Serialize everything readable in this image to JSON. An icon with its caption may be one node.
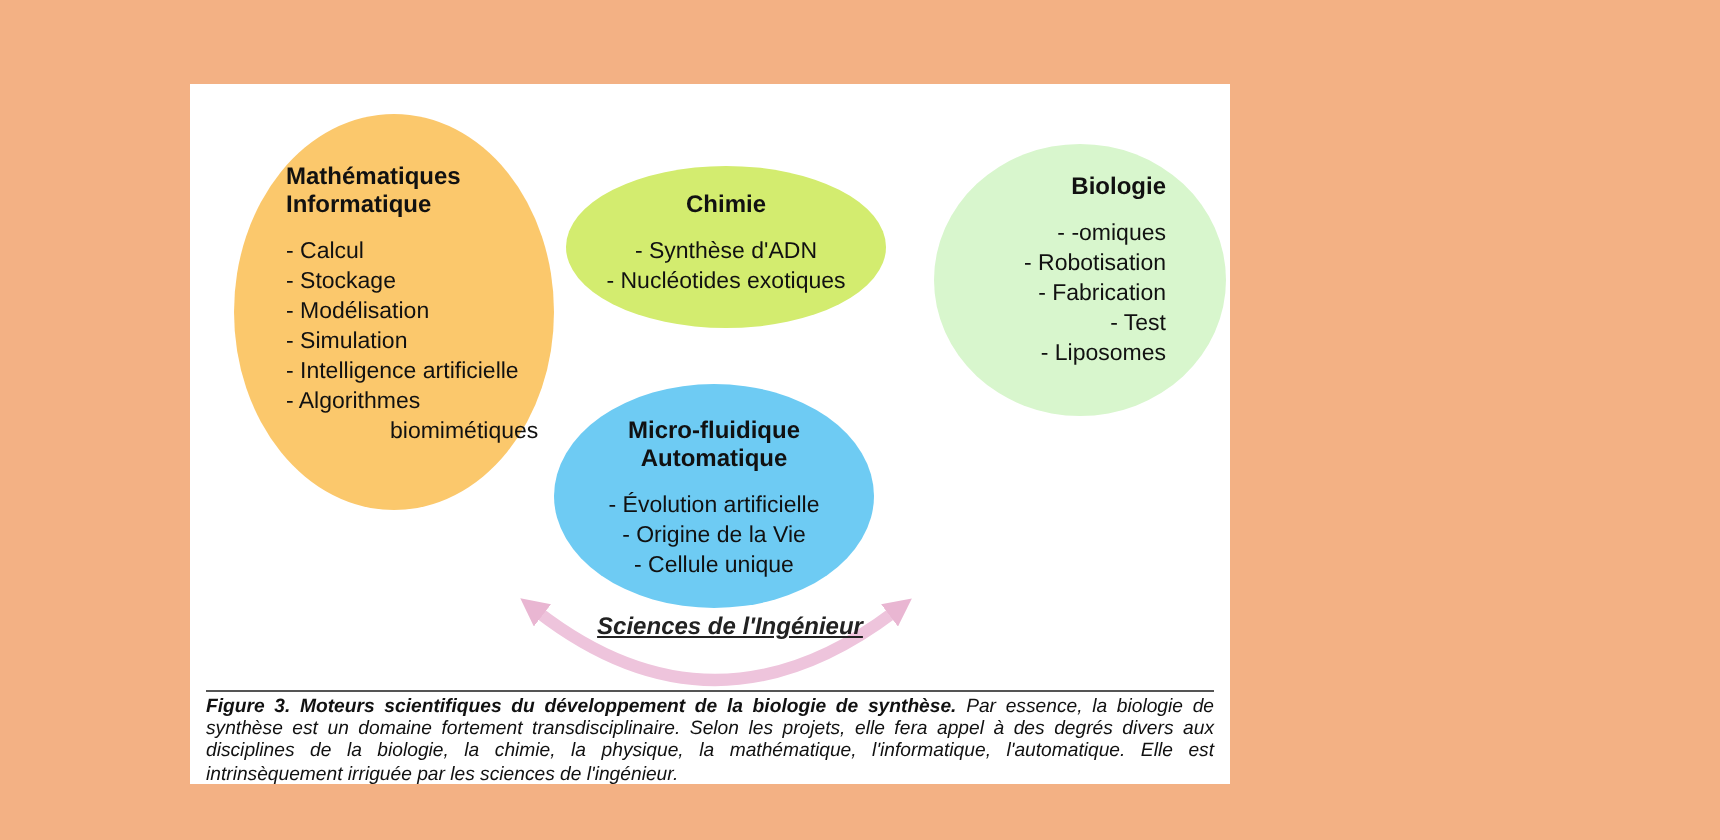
{
  "diagram": {
    "caption": "**Figure 3. Moteurs scientifiques du développement de la biologie de synthèse.** Par essence, la biologie de synthèse est un domaine fortement transdisciplinaire. Selon les projets, elle fera appel à des degrés divers aux disciplines de la biologie, la chimie, la physique, la mathématique, l'informatique, l'automatique. Elle est intrinsèquement irriguée par les sciences de l'ingénieur.",
    "nodes": [
      {
        "text": [
          "Mathématiques Informatique",
          "- Calcul",
          "- Stockage",
          "- Modélisation",
          "- Simulation",
          "- Intelligence artificielle",
          "- Algorithmes biomimétiques"
        ]
      },
      {
        "text": [
          "Chimie",
          "- Synthèse d'ADN",
          "- Nucléotides exotiques"
        ]
      },
      {
        "text": [
          "Biologie",
          "- -omiques",
          "- Robotisation",
          "- Fabrication",
          "- Test",
          "- Liposomes"
        ]
      },
      {
        "text": [
          "Micro-fluidique Automatique",
          "- Évolution artificielle",
          "- Origine de la Vie",
          "- Cellule unique"
        ]
      }
    ],
    "labels": [
      "Sciences de l'Ingénieur"
    ]
  }
}
